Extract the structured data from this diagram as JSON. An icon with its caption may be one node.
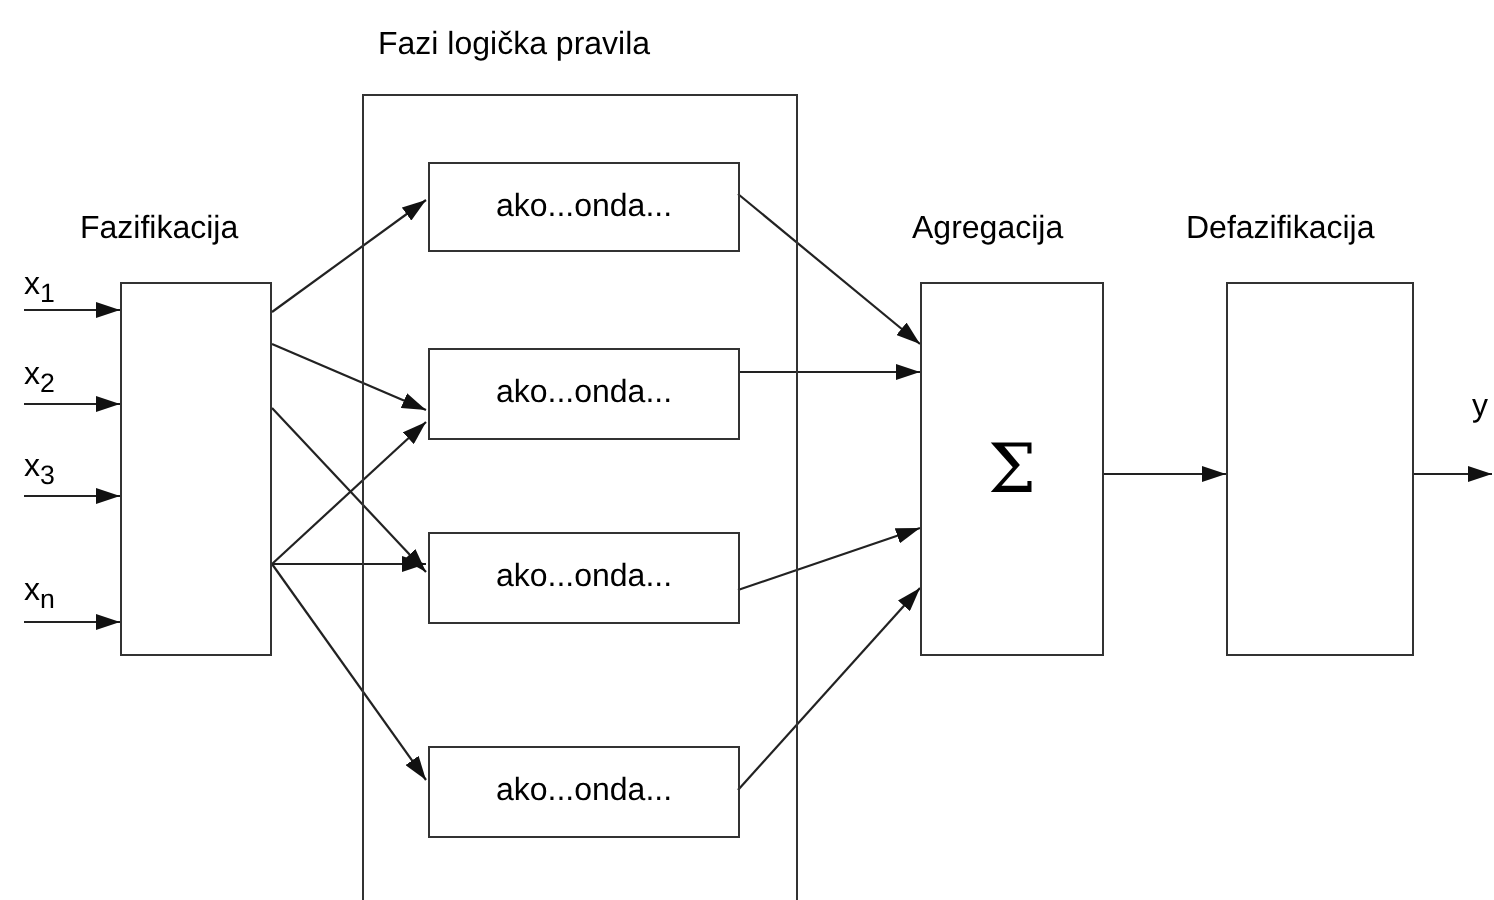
{
  "diagram": {
    "nodes": [
      {
        "text": [
          "Fazifikacija"
        ]
      },
      {
        "text": [
          "Fazi logička pravila"
        ]
      },
      {
        "text": [
          "ako...onda..."
        ],
        "in": 1
      },
      {
        "text": [
          "ako...onda..."
        ],
        "in": 1
      },
      {
        "text": [
          "ako...onda..."
        ],
        "in": 1
      },
      {
        "text": [
          "ako...onda..."
        ],
        "in": 1
      },
      {
        "text": [
          "Agregacija",
          "Σ"
        ]
      },
      {
        "text": [
          "Defazifikacija"
        ]
      }
    ],
    "edges": [
      {
        "from": null,
        "to": 0,
        "arrow": "to",
        "label": "x$_{1}$"
      },
      {
        "from": null,
        "to": 0,
        "arrow": "to",
        "label": "x$_{2}$"
      },
      {
        "from": null,
        "to": 0,
        "arrow": "to",
        "label": "x$_{3}$"
      },
      {
        "from": null,
        "to": 0,
        "arrow": "to",
        "label": "x$_{n}$"
      },
      {
        "from": 0,
        "to": 2,
        "arrow": "to"
      },
      {
        "from": 0,
        "to": 3,
        "arrow": "to"
      },
      {
        "from": 0,
        "to": 4,
        "arrow": "to"
      },
      {
        "from": 0,
        "to": 3,
        "arrow": "to"
      },
      {
        "from": 0,
        "to": 4,
        "arrow": "to"
      },
      {
        "from": 0,
        "to": 5,
        "arrow": "to"
      },
      {
        "from": 2,
        "to": 6,
        "arrow": "to"
      },
      {
        "from": 3,
        "to": 6,
        "arrow": "to"
      },
      {
        "from": 4,
        "to": 6,
        "arrow": "to"
      },
      {
        "from": 5,
        "to": 6,
        "arrow": "to"
      },
      {
        "from": 6,
        "to": 7,
        "arrow": "to"
      },
      {
        "from": 7,
        "to": null,
        "arrow": "to",
        "label": "y"
      }
    ]
  }
}
